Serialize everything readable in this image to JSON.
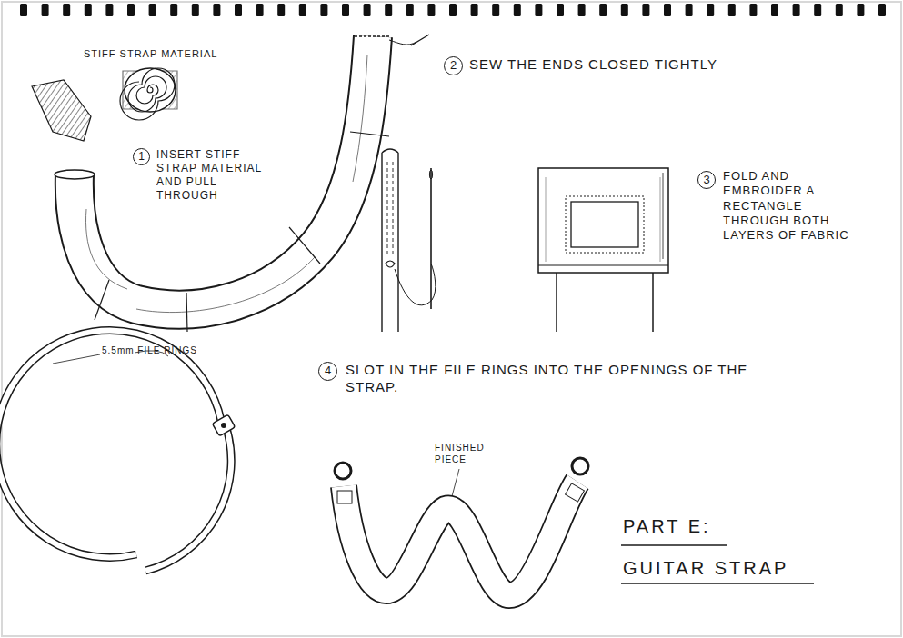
{
  "diagram": {
    "title": "PART E: GUITAR STRAP",
    "labels": [
      "STIFF STRAP MATERIAL",
      "1",
      "INSERT STIFF STRAP MATERIAL AND PULL THROUGH",
      "2",
      "SEW THE ENDS CLOSED TIGHTLY",
      "3",
      "FOLD AND EMBROIDER A RECTANGLE THROUGH BOTH LAYERS OF FABRIC",
      "5.5mm FILE RINGS",
      "4",
      "SLOT IN THE FILE RINGS INTO THE OPENINGS OF THE STRAP.",
      "FINISHED PIECE"
    ]
  }
}
